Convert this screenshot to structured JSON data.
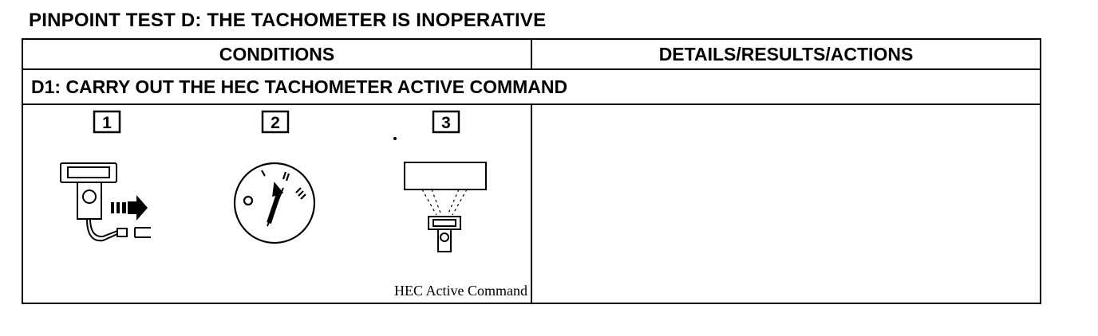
{
  "page": {
    "title": "PINPOINT TEST D: THE TACHOMETER IS INOPERATIVE"
  },
  "table": {
    "headers": {
      "conditions": "CONDITIONS",
      "details": "DETAILS/RESULTS/ACTIONS"
    },
    "step": {
      "title": "D1: CARRY OUT THE HEC TACHOMETER ACTIVE COMMAND"
    },
    "illustrations": [
      {
        "number": "1",
        "icon": "diagnostic-tool-connect-icon"
      },
      {
        "number": "2",
        "icon": "ignition-switch-icon"
      },
      {
        "number": "3",
        "icon": "tool-display-icon"
      }
    ],
    "caption": "HEC Active Command",
    "details_text": ""
  }
}
